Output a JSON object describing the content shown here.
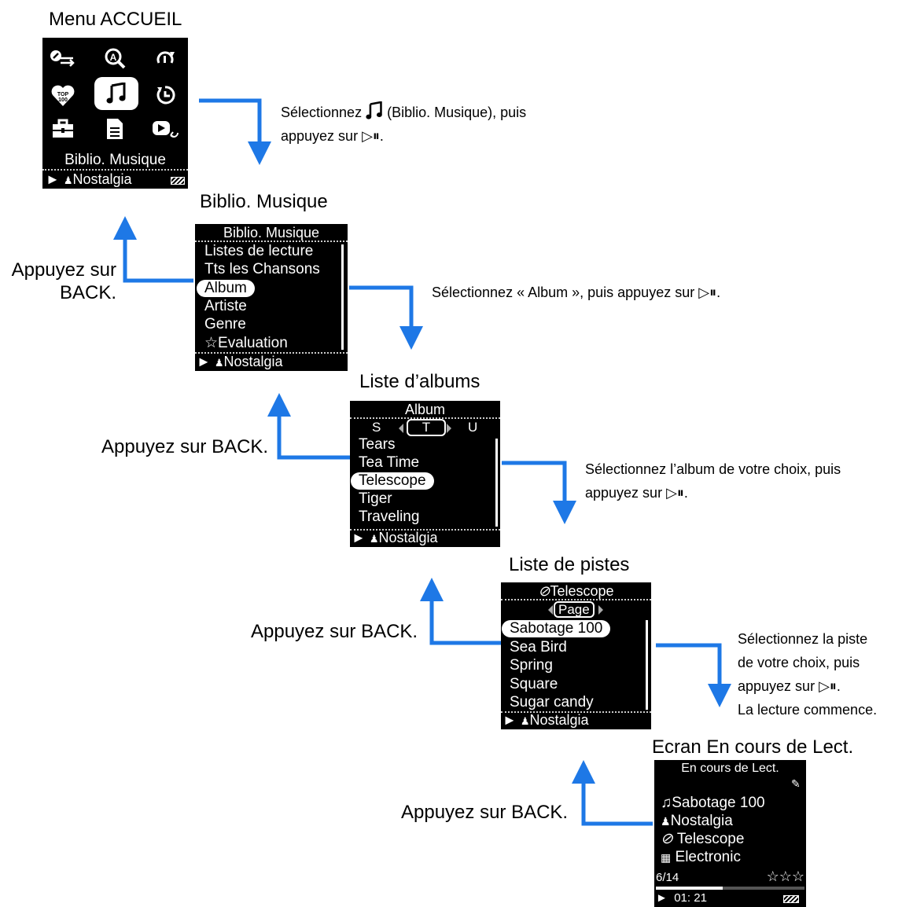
{
  "colors": {
    "arrow": "#1e78e6",
    "screen_bg": "#000000",
    "screen_fg": "#ffffff"
  },
  "home": {
    "caption": "Menu ACCUEIL",
    "icons": [
      "settings-repeat-icon",
      "search-a-icon",
      "rotate-icon",
      "top100-heart-icon",
      "music-note-icon",
      "timer-icon",
      "toolbox-icon",
      "document-list-icon",
      "play-return-icon"
    ],
    "selected_label": "Biblio. Musique",
    "status_track": "Nostalgia"
  },
  "step1": {
    "text_before": "Sélectionnez",
    "text_after": "(Biblio. Musique), puis appuyez sur",
    "button_glyph": "▷⏸"
  },
  "library": {
    "caption": "Biblio. Musique",
    "header": "Biblio. Musique",
    "items": [
      "Listes de lecture",
      "Tts les Chansons",
      "Album",
      "Artiste",
      "Genre",
      "☆Evaluation"
    ],
    "selected_index": 2,
    "status_track": "Nostalgia"
  },
  "back1": "Appuyez sur BACK.",
  "step2": {
    "text": "Sélectionnez « Album », puis appuyez sur",
    "button_glyph": "▷⏸"
  },
  "albums": {
    "caption": "Liste d’albums",
    "header": "Album",
    "letters": [
      "S",
      "T",
      "U"
    ],
    "items": [
      "Tears",
      "Tea Time",
      "Telescope",
      "Tiger",
      "Traveling"
    ],
    "selected_index": 2,
    "status_track": "Nostalgia"
  },
  "back2": "Appuyez sur BACK.",
  "step3": {
    "text": "Sélectionnez l’album de votre choix, puis appuyez sur",
    "button_glyph": "▷⏸"
  },
  "tracks": {
    "caption": "Liste de pistes",
    "header": "Telescope",
    "page_label": "Page",
    "items": [
      "Sabotage 100",
      "Sea Bird",
      "Spring",
      "Square",
      "Sugar candy"
    ],
    "selected_index": 0,
    "status_track": "Nostalgia"
  },
  "back3": "Appuyez sur BACK.",
  "step4": {
    "line1": "Sélectionnez la piste",
    "line2": "de votre choix, puis",
    "line3": "appuyez sur",
    "button_glyph": "▷⏸",
    "line4": "La lecture commence."
  },
  "nowplaying": {
    "caption": "Ecran En cours de Lect.",
    "header": "En cours de Lect.",
    "track": "Sabotage 100",
    "artist": "Nostalgia",
    "album": "Telescope",
    "genre": "Electronic",
    "position": "6/14",
    "rating": "☆☆☆",
    "time": "01: 21",
    "progress_fraction": 0.45
  },
  "back4": "Appuyez sur BACK."
}
